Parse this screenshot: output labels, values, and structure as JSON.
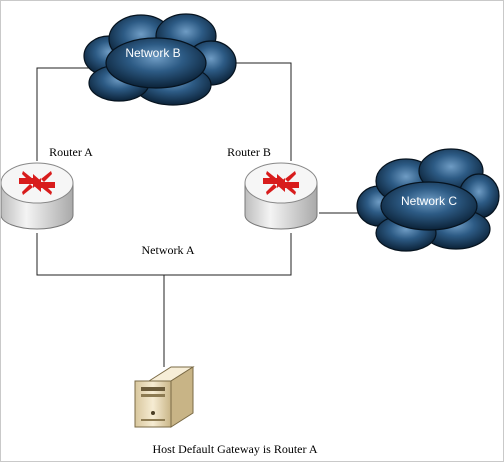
{
  "diagram": {
    "networks": {
      "network_b": "Network B",
      "network_c": "Network C",
      "network_a": "Network A"
    },
    "routers": {
      "router_a": "Router A",
      "router_b": "Router B"
    },
    "host": {
      "caption": "Host Default Gateway is Router A"
    },
    "colors": {
      "cloud_dark": "#0b2238",
      "cloud_mid": "#2d5b85",
      "cloud_light": "#6f9cc4",
      "router_body": "#e8e8e8",
      "router_top": "#f6f6f6",
      "router_arrows": "#d81c1c",
      "server_body": "#ede1c4"
    }
  }
}
